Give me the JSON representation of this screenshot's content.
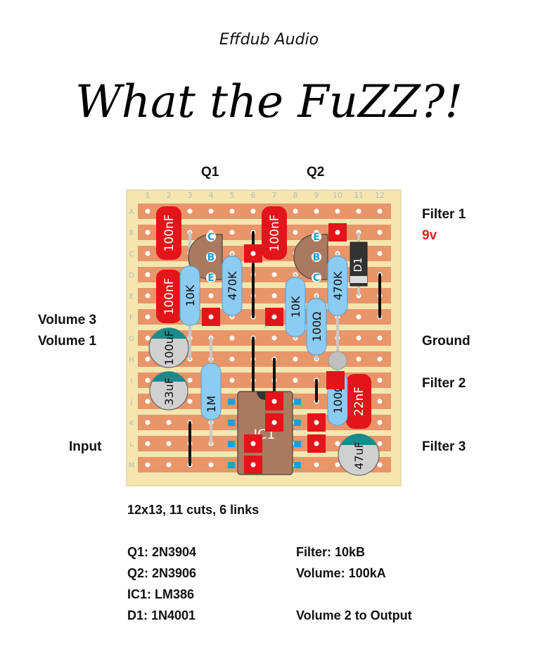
{
  "header": {
    "brand": "Effdub Audio",
    "title": "What the FuZZ?!"
  },
  "transistor_labels": {
    "q1": "Q1",
    "q2": "Q2"
  },
  "board": {
    "columns": [
      "1",
      "2",
      "3",
      "4",
      "5",
      "6",
      "7",
      "8",
      "9",
      "10",
      "11",
      "12"
    ],
    "rows": [
      "A",
      "B",
      "C",
      "D",
      "E",
      "F",
      "G",
      "H",
      "I",
      "J",
      "K",
      "L",
      "M"
    ],
    "strip_color": "#e8956a",
    "board_color": "#f5e6b0",
    "cut_color": "#e3141a",
    "ic_label": "IC1",
    "pin_labels": {
      "c": "C",
      "b": "B",
      "e": "E"
    },
    "components": {
      "c_100nf_a": "100nF",
      "c_100nf_b": "100nF",
      "c_100nf_c": "100nF",
      "r_10k_a": "10K",
      "r_470k_a": "470K",
      "r_10k_b": "10K",
      "r_470k_b": "470K",
      "r_100_a": "100Ω",
      "r_100_b": "100Ω",
      "r_1m": "1M",
      "c_100uf": "100uF",
      "c_33uf": "33uF",
      "c_47uf": "47uF",
      "c_22nf": "22nF",
      "d1": "D1"
    }
  },
  "side_labels": {
    "filter1": "Filter 1",
    "nine_v": "9v",
    "volume3": "Volume 3",
    "volume1": "Volume 1",
    "ground": "Ground",
    "filter2": "Filter 2",
    "input": "Input",
    "filter3": "Filter 3"
  },
  "info": {
    "size": "12x13, 11 cuts, 6 links",
    "q1": "Q1: 2N3904",
    "q2": "Q2: 2N3906",
    "ic1": "IC1: LM386",
    "d1": "D1: 1N4001",
    "filter": "Filter: 10kB",
    "volume": "Volume: 100kA",
    "vol2": "Volume 2 to Output"
  }
}
